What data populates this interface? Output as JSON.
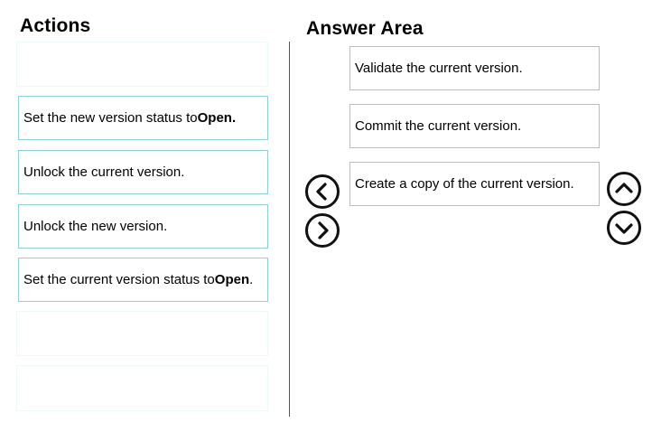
{
  "actions": {
    "heading": "Actions",
    "items": [
      {
        "text": "",
        "bold": "",
        "suffix": ""
      },
      {
        "text": "Set the new version status to ",
        "bold": "Open.",
        "suffix": ""
      },
      {
        "text": "Unlock the current version.",
        "bold": "",
        "suffix": ""
      },
      {
        "text": "Unlock the new version.",
        "bold": "",
        "suffix": ""
      },
      {
        "text": "Set the current version status to ",
        "bold": "Open",
        "suffix": "."
      },
      {
        "text": "",
        "bold": "",
        "suffix": ""
      },
      {
        "text": "",
        "bold": "",
        "suffix": ""
      }
    ]
  },
  "answer": {
    "heading": "Answer Area",
    "items": [
      "Validate the current version.",
      "Commit the current version.",
      "Create a copy of the current version."
    ]
  },
  "controls": {
    "move_left_icon": "chevron-left-circle",
    "move_right_icon": "chevron-right-circle",
    "move_up_icon": "chevron-up-circle",
    "move_down_icon": "chevron-down-circle"
  },
  "colors": {
    "box_border": "#8fd0d8",
    "divider": "#555555"
  }
}
